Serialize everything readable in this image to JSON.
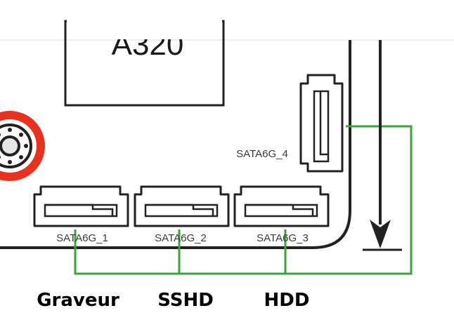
{
  "chip": {
    "label": "A320"
  },
  "ports": {
    "sata1": "SATA6G_1",
    "sata2": "SATA6G_2",
    "sata3": "SATA6G_3",
    "sata4": "SATA6G_4"
  },
  "drives": {
    "graveur": "Graveur",
    "sshd": "SSHD",
    "hdd": "HDD"
  },
  "colors": {
    "board_outline": "#222222",
    "connector_wire": "#3aa339",
    "mount_ring": "#e8321e",
    "top_divider": "#dddddd"
  }
}
